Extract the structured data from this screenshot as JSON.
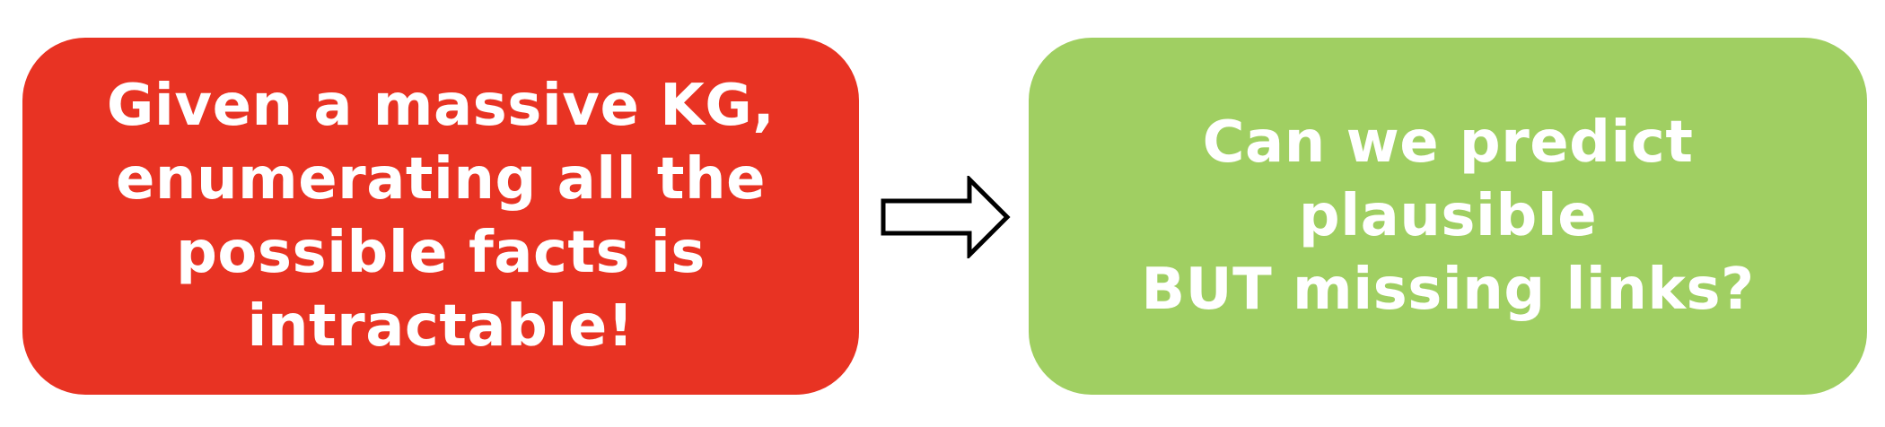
{
  "problem_box": {
    "lines": [
      "Given a massive KG,",
      "enumerating all the",
      "possible facts is",
      "intractable!"
    ],
    "color": "#e83323"
  },
  "question_box": {
    "lines": [
      "Can we predict plausible",
      "BUT missing links?"
    ],
    "color": "#a0cf62"
  },
  "connector": {
    "icon": "right-arrow-icon",
    "stroke_color": "#000000",
    "fill_color": "#ffffff"
  }
}
